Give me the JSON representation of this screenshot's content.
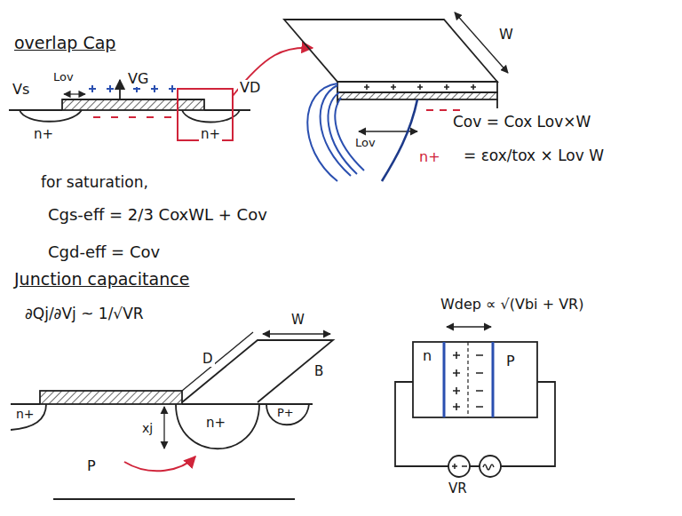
{
  "diagram": {
    "labels": [
      "overlap Cap",
      "Vs",
      "Lov",
      "VG",
      "VD",
      "n+",
      "n+",
      "W",
      "Lov",
      "n+",
      "Cov = Cox Lov×W",
      "= εox/tox × Lov W",
      "for saturation,",
      "Cgs-eff = 2/3 CoxWL + Cov",
      "Cgd-eff = Cov",
      "Junction capacitance",
      "∂Qj/∂Vj ~ 1/√VR",
      "W",
      "D",
      "B",
      "n+",
      "P",
      "xj",
      "n+",
      "P+",
      "Wdep ∝ √(Vbi + VR)",
      "n",
      "P",
      "VR"
    ]
  }
}
